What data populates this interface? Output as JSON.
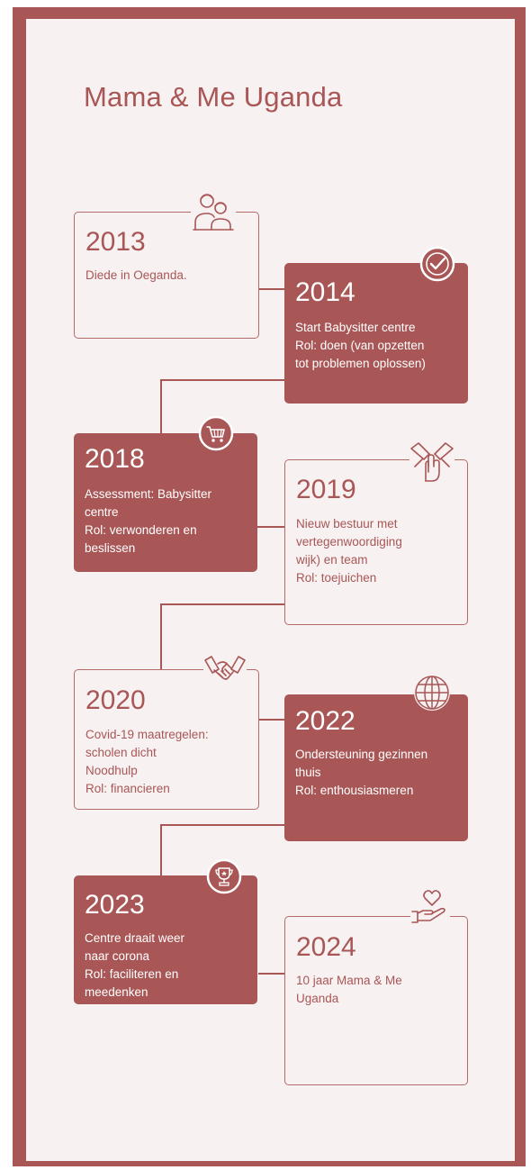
{
  "title": "Mama & Me Uganda",
  "colors": {
    "accent": "#a85656",
    "background": "#f8f1f1"
  },
  "timeline": [
    {
      "year": "2013",
      "lines": [
        "Diede in Oeganda."
      ],
      "icon": "family-icon",
      "style": "outline"
    },
    {
      "year": "2014",
      "lines": [
        "Start Babysitter centre",
        "Rol: doen (van opzetten",
        "tot problemen oplossen)"
      ],
      "icon": "checkmark-icon",
      "style": "filled"
    },
    {
      "year": "2018",
      "lines": [
        "Assessment: Babysitter",
        "centre",
        "Rol: verwonderen en",
        "beslissen"
      ],
      "icon": "shopping-cart-icon",
      "style": "filled"
    },
    {
      "year": "2019",
      "lines": [
        "Nieuw bestuur met",
        "vertegenwoordiging",
        "wijk) en team",
        "Rol: toejuichen"
      ],
      "icon": "team-hands-icon",
      "style": "outline"
    },
    {
      "year": "2020",
      "lines": [
        "Covid-19 maatregelen:",
        "scholen dicht",
        "Noodhulp",
        "Rol: financieren"
      ],
      "icon": "handshake-icon",
      "style": "outline"
    },
    {
      "year": "2022",
      "lines": [
        "Ondersteuning gezinnen",
        "thuis",
        "Rol: enthousiasmeren"
      ],
      "icon": "globe-icon",
      "style": "filled"
    },
    {
      "year": "2023",
      "lines": [
        "Centre draait weer",
        "naar corona",
        "Rol: faciliteren en",
        "meedenken"
      ],
      "icon": "trophy-icon",
      "style": "filled"
    },
    {
      "year": "2024",
      "lines": [
        "10 jaar Mama & Me",
        "Uganda"
      ],
      "icon": "heart-hand-icon",
      "style": "outline"
    }
  ]
}
